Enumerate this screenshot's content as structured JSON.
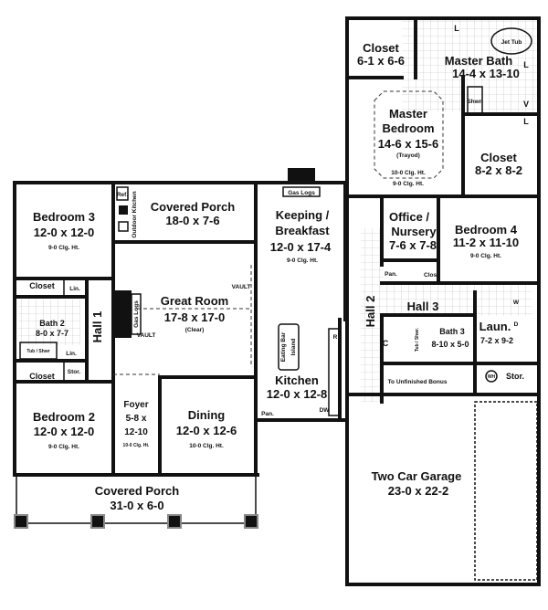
{
  "rooms": {
    "closet_master": {
      "name": "Closet",
      "size": "6-1 x 6-6"
    },
    "master_bath": {
      "name": "Master Bath",
      "size": "14-4 x 13-10",
      "tub": "Jet Tub",
      "shower": "Shwr.",
      "fixtures": [
        "L",
        "L",
        "V",
        "L"
      ]
    },
    "master_bedroom": {
      "name1": "Master",
      "name2": "Bedroom",
      "size": "14-6 x 15-6",
      "note": "(Trayod)",
      "ceiling1": "10-0 Clg. Ht.",
      "ceiling2": "9-0 Clg. Ht."
    },
    "closet_8": {
      "name": "Closet",
      "size": "8-2 x 8-2"
    },
    "keeping": {
      "name1": "Keeping /",
      "name2": "Breakfast",
      "size": "12-0 x 17-4",
      "ceiling": "9-0 Clg. Ht.",
      "fireplace": "Gas Logs"
    },
    "covered_porch_rear": {
      "name": "Covered Porch",
      "size": "18-0 x 7-6",
      "outdoor_kitchen": "Outdoor Kitchen",
      "ref": "Ref."
    },
    "bedroom3": {
      "name": "Bedroom 3",
      "size": "12-0 x 12-0",
      "ceiling": "9-0 Clg. Ht."
    },
    "closet_b3": {
      "name": "Closet",
      "lin": "Lin."
    },
    "great_room": {
      "name": "Great Room",
      "size": "17-8 x 17-0",
      "note": "(Clear)",
      "vault": "VAULT",
      "fireplace": "Gas Logs"
    },
    "hall1": {
      "name": "Hall 1"
    },
    "bath2": {
      "name": "Bath 2",
      "size": "8-0 x 7-7",
      "tub": "Tub / Shwr",
      "lin": "Lin."
    },
    "closet_b2": {
      "name": "Closet",
      "stor": "Stor."
    },
    "office": {
      "name1": "Office /",
      "name2": "Nursery",
      "size": "7-6 x 7-8"
    },
    "bedroom4": {
      "name": "Bedroom 4",
      "size": "11-2 x 11-10",
      "ceiling": "9-0 Clg. Ht."
    },
    "pantry_hall": {
      "name": "Pan."
    },
    "closet_small": {
      "name": "Clos."
    },
    "hall2": {
      "name": "Hall 2"
    },
    "hall3": {
      "name": "Hall 3"
    },
    "bath3": {
      "name": "Bath 3",
      "size": "8-10 x 5-0",
      "tub": "Tub / Shwr.",
      "closet": "C"
    },
    "laundry": {
      "name": "Laun.",
      "size": "7-2 x 9-2",
      "washer": "W",
      "dryer": "D"
    },
    "stairs": {
      "label": "To Unfinished Bonus"
    },
    "storage": {
      "name": "Stor.",
      "wh": "WH"
    },
    "kitchen": {
      "name": "Kitchen",
      "size": "12-0 x 12-8",
      "pantry": "Pan.",
      "dw": "DW",
      "ref": "R",
      "island": "Island",
      "eating_bar": "Eating Bar"
    },
    "garage": {
      "name": "Two Car Garage",
      "size": "23-0 x 22-2"
    },
    "bedroom2": {
      "name": "Bedroom 2",
      "size": "12-0 x 12-0",
      "ceiling": "9-0 Clg. Ht."
    },
    "foyer": {
      "name": "Foyer",
      "size1": "5-8 x",
      "size2": "12-10",
      "ceiling": "10-0 Clg. Ht."
    },
    "dining": {
      "name": "Dining",
      "size": "12-0 x 12-6",
      "ceiling": "10-0 Clg. Ht."
    },
    "covered_porch_front": {
      "name": "Covered Porch",
      "size": "31-0 x 6-0"
    }
  }
}
